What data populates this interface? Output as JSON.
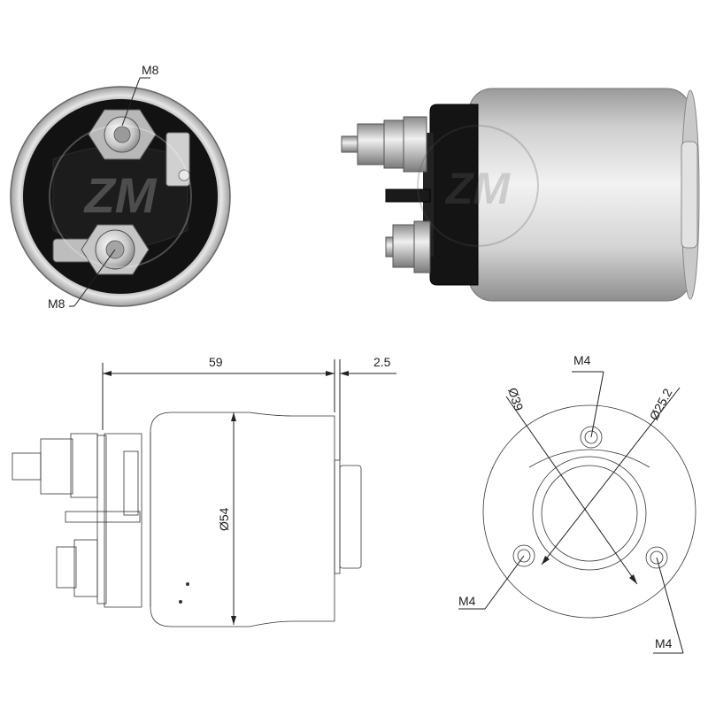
{
  "photo_front": {
    "top_terminal_label": "M8",
    "bottom_terminal_label": "M8"
  },
  "side_drawing": {
    "length_label": "59",
    "flange_label": "2.5",
    "diameter_label": "Ø54"
  },
  "end_drawing": {
    "pcd_label": "Ø39",
    "bore_label": "Ø25.2",
    "hole_top_label": "M4",
    "hole_left_label": "M4",
    "hole_right_label": "M4"
  },
  "watermark": "ZM",
  "colors": {
    "line": "#222222",
    "body_metal": "#d9d9d9",
    "cap_black": "#141414"
  }
}
